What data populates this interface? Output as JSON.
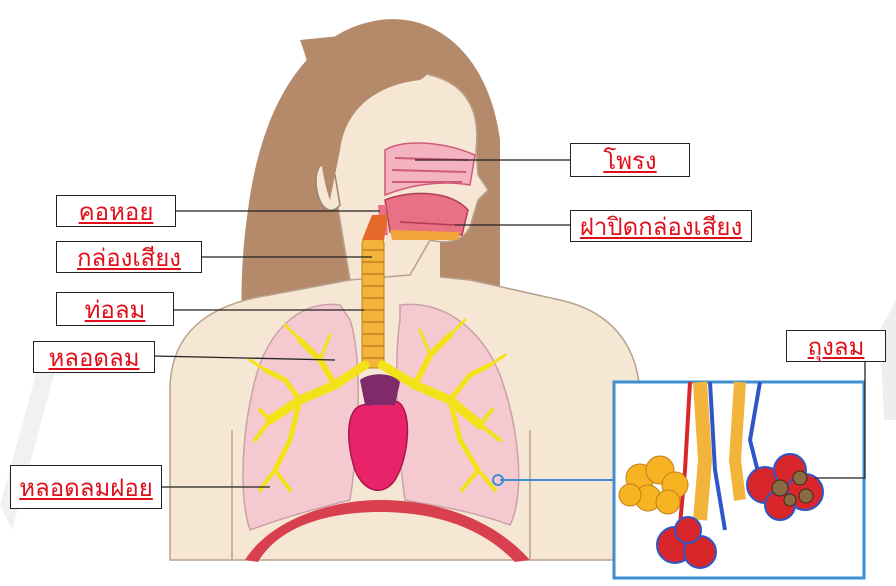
{
  "labels": {
    "nasal_cavity": "โพรง",
    "pharynx": "คอหอย",
    "epiglottis": "ฝาปิดกล่องเสียง",
    "larynx": "กล่องเสียง",
    "trachea": "ท่อลม",
    "bronchus": "หลอดลม",
    "alveolus": "ถุงลม",
    "bronchiole": "หลอดลมฝอย"
  },
  "colors": {
    "label_text": "#e0101b",
    "hair": "#b58a6a",
    "skin": "#f6e6d4",
    "lung": "#f4c9cf",
    "bronchial_tree": "#f3e21a",
    "trachea": "#f2b43a",
    "heart": "#e8236a",
    "diaphragm": "#d9404f",
    "inset_border": "#3d8fd1",
    "vein": "#2f56c8",
    "artery": "#d8262a"
  }
}
